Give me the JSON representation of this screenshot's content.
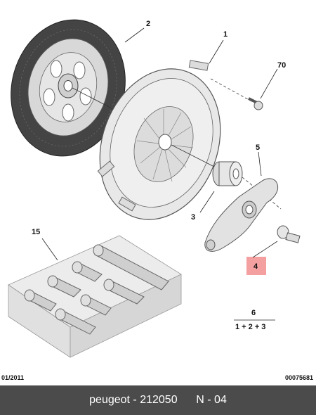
{
  "callouts": {
    "pressure_plate": "1",
    "clutch_disc": "2",
    "bearing": "3",
    "pivot_bolt": "4",
    "release_fork": "5",
    "tool_kit": "15",
    "screw": "70",
    "kit_number": "6",
    "kit_formula": "1 + 2 + 3"
  },
  "colors": {
    "highlight": "#f4a0a0",
    "part_fill": "#eeeeee",
    "outline": "#555555",
    "friction_lining": "#444444",
    "caption_bar": "#4b4b4b"
  },
  "footer": {
    "date_code": "01/2011",
    "ref_code": "00075681"
  },
  "caption": {
    "brand": "peugeot",
    "separator": " - ",
    "part_number": "212050",
    "position_label": "N - 04"
  }
}
